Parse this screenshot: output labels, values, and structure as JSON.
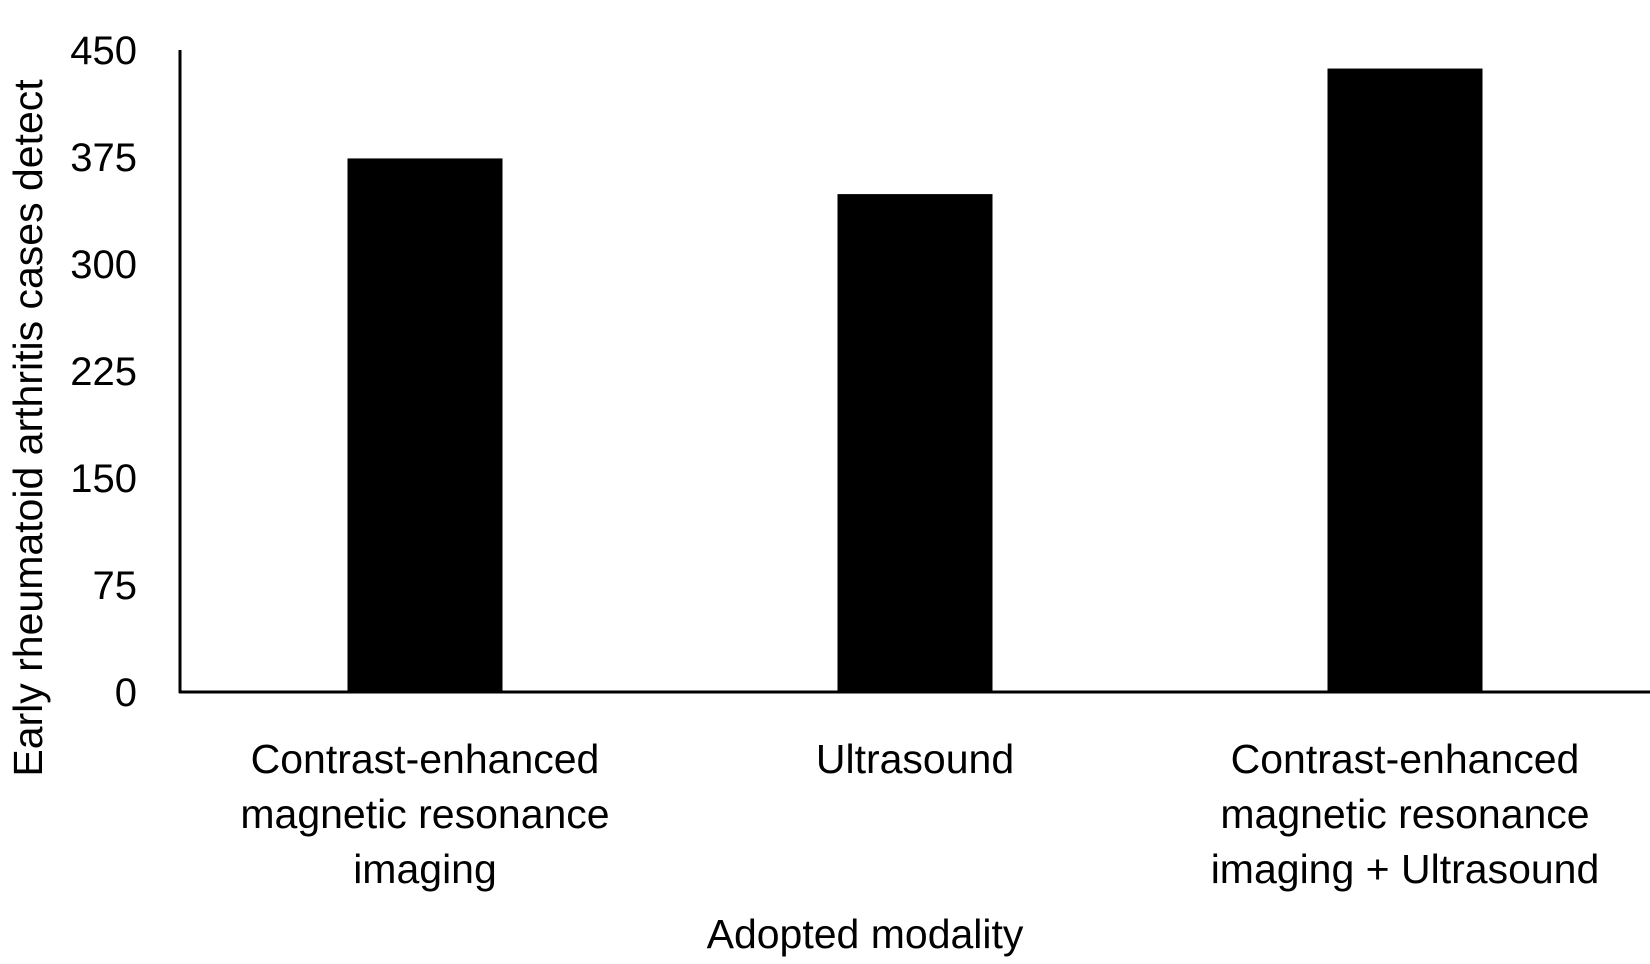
{
  "chart_data": {
    "type": "bar",
    "categories": [
      [
        "Contrast-enhanced",
        "magnetic resonance",
        "imaging"
      ],
      [
        "Ultrasound"
      ],
      [
        "Contrast-enhanced",
        "magnetic resonance",
        "imaging + Ultrasound"
      ]
    ],
    "values": [
      374,
      349,
      437
    ],
    "xlabel": "Adopted modality",
    "ylabel": "Early rheumatoid arthritis cases detect",
    "ylim": [
      0,
      450
    ],
    "yticks": [
      0,
      75,
      150,
      225,
      300,
      375,
      450
    ],
    "grid": false,
    "legend": "none",
    "bar_color": "#000000"
  }
}
